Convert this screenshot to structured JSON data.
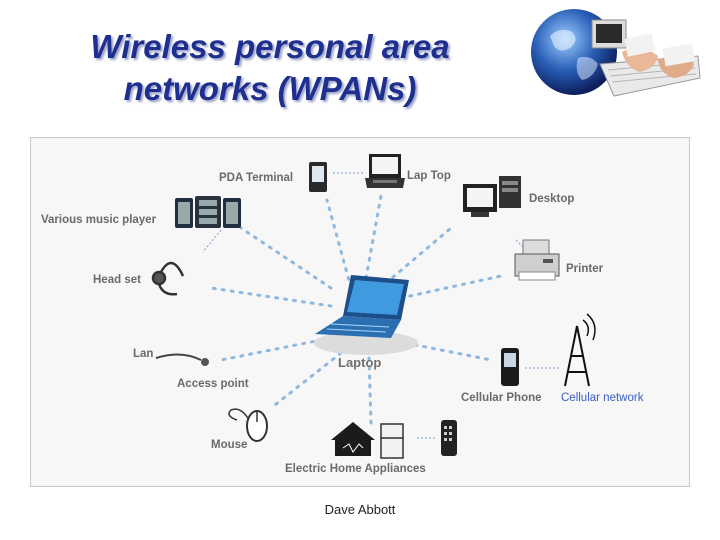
{
  "slide": {
    "title_line1": "Wireless personal area",
    "title_line2": "networks (WPANs)",
    "footer": "Dave Abbott"
  },
  "diagram": {
    "center": "Laptop",
    "devices": {
      "pda_terminal": "PDA Terminal",
      "lap_top": "Lap Top",
      "desktop": "Desktop",
      "music_player": "Various music player",
      "head_set": "Head set",
      "printer": "Printer",
      "lan": "Lan",
      "access_point": "Access point",
      "cellular_phone": "Cellular Phone",
      "cellular_network": "Cellular network",
      "mouse": "Mouse",
      "home_appliances": "Electric Home Appliances"
    },
    "icons": [
      "laptop-icon",
      "pda-icon",
      "laptop-computer-icon",
      "desktop-icon",
      "music-player-icon",
      "headset-icon",
      "printer-icon",
      "lan-cable-icon",
      "cellphone-icon",
      "cell-tower-icon",
      "mouse-icon",
      "house-icon",
      "refrigerator-icon",
      "remote-icon",
      "globe-keyboard-icon"
    ],
    "colors": {
      "title": "#1f2f8f",
      "link_dots": "#8fb8e0",
      "laptop_screen": "#2c7fc4",
      "label_gray": "#6a6a6a",
      "network_label": "#3b5cc4"
    }
  }
}
